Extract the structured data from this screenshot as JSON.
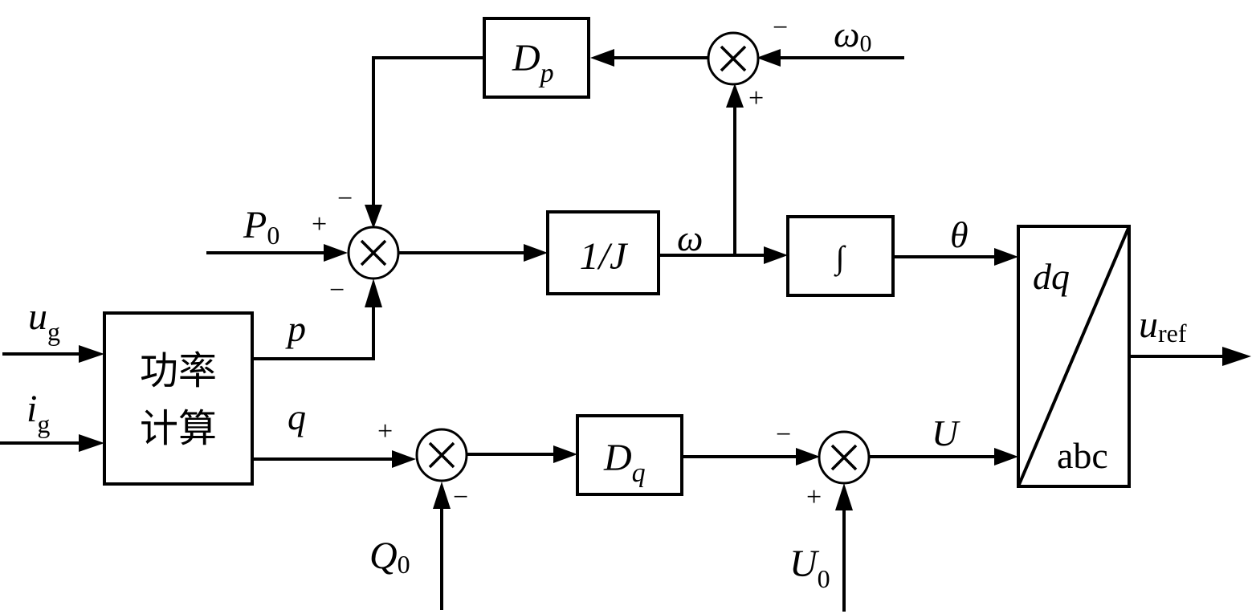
{
  "diagram": {
    "type": "block-diagram",
    "title": "",
    "blocks": {
      "power_calc": {
        "line1": "功率",
        "line2": "计算"
      },
      "dp": {
        "main": "D",
        "sub": "p"
      },
      "inv_j": {
        "label": "1/J"
      },
      "integrator": {
        "label": "∫"
      },
      "dq": {
        "main": "D",
        "sub": "q"
      },
      "transform": {
        "top": "dq",
        "bottom": "abc"
      }
    },
    "signals": {
      "ug": {
        "main": "u",
        "sub": "g"
      },
      "ig": {
        "main": "i",
        "sub": "g"
      },
      "p": "p",
      "q": "q",
      "P0": {
        "main": "P",
        "sub": "0"
      },
      "Q0": {
        "main": "Q",
        "sub": "0"
      },
      "U0": {
        "main": "U",
        "sub": "0"
      },
      "omega0": {
        "main": "ω",
        "sub": "0"
      },
      "omega": "ω",
      "theta": "θ",
      "U": "U",
      "uref": {
        "main": "u",
        "sub": "ref"
      }
    },
    "summing_junctions": {
      "sum_p": {
        "plus": "+",
        "minus_top": "−",
        "minus_bottom": "−"
      },
      "sum_omega": {
        "minus": "−",
        "plus": "+"
      },
      "sum_q": {
        "plus": "+",
        "minus": "−"
      },
      "sum_u": {
        "minus": "−",
        "plus": "+"
      }
    },
    "junction_symbol": "×"
  }
}
